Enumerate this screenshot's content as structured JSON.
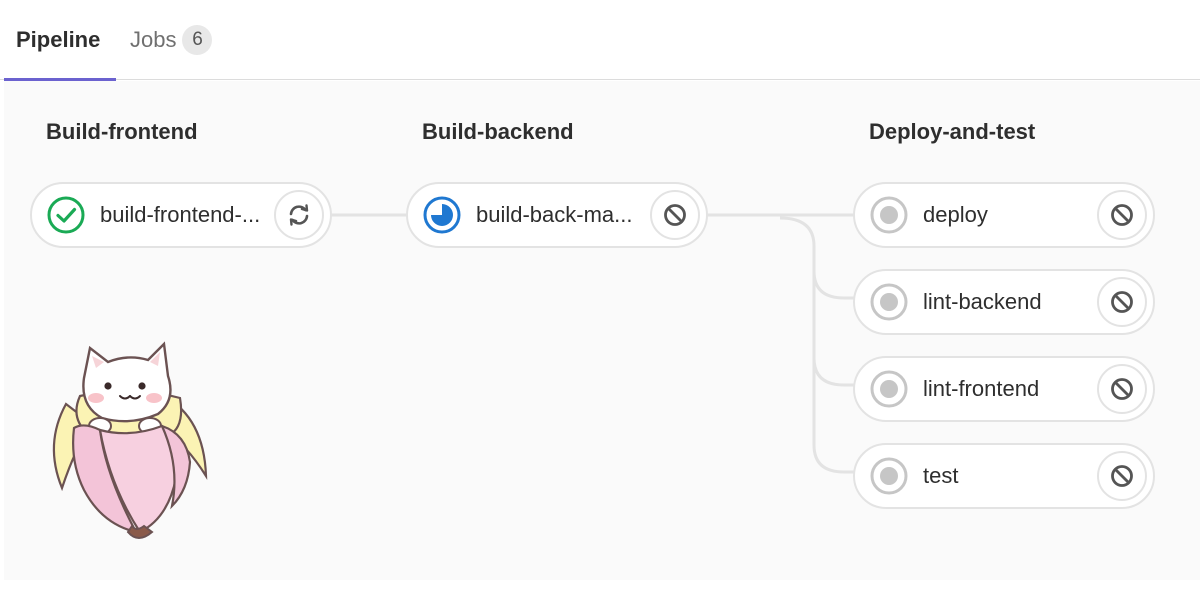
{
  "tabs": {
    "pipeline_label": "Pipeline",
    "jobs_label": "Jobs",
    "jobs_count": "6"
  },
  "stages": [
    {
      "title": "Build-frontend",
      "jobs": [
        {
          "name": "build-frontend-...",
          "status": "success",
          "action": "retry"
        }
      ]
    },
    {
      "title": "Build-backend",
      "jobs": [
        {
          "name": "build-back-ma...",
          "status": "running",
          "action": "cancel"
        }
      ]
    },
    {
      "title": "Deploy-and-test",
      "jobs": [
        {
          "name": "deploy",
          "status": "created",
          "action": "cancel"
        },
        {
          "name": "lint-backend",
          "status": "created",
          "action": "cancel"
        },
        {
          "name": "lint-frontend",
          "status": "created",
          "action": "cancel"
        },
        {
          "name": "test",
          "status": "created",
          "action": "cancel"
        }
      ]
    }
  ],
  "icons": {
    "success": "check-circle-icon",
    "running": "running-status-icon",
    "created": "created-status-icon",
    "retry": "retry-icon",
    "cancel": "cancel-icon",
    "mascot": "cat-in-banana-illustration"
  },
  "colors": {
    "accent": "#6b62cf",
    "success": "#1aaa55",
    "running": "#1f78d1",
    "created": "#c6c6c6"
  }
}
